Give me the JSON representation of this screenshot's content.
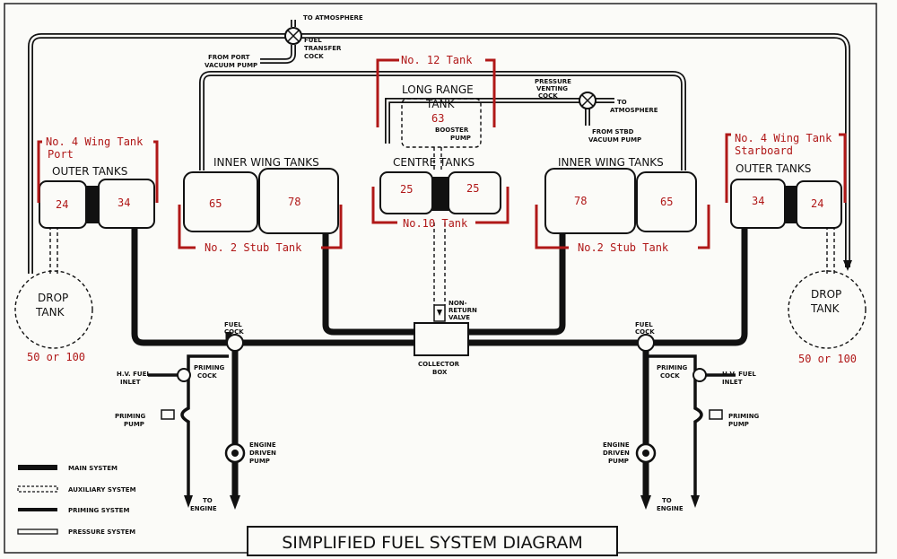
{
  "title": "SIMPLIFIED FUEL SYSTEM DIAGRAM",
  "colors": {
    "ink": "#111111",
    "annotation": "#b01818",
    "paper": "#fbfbf8"
  },
  "labels": {
    "to_atmosphere_top": "TO ATMOSPHERE",
    "fuel_transfer_cock_1": "FUEL",
    "fuel_transfer_cock_2": "TRANSFER",
    "fuel_transfer_cock_3": "COCK",
    "from_port_vacuum_1": "FROM PORT",
    "from_port_vacuum_2": "VACUUM PUMP",
    "pressure_venting_1": "PRESSURE",
    "pressure_venting_2": "VENTING",
    "pressure_venting_3": "COCK",
    "to_atmosphere_right_1": "TO",
    "to_atmosphere_right_2": "ATMOSPHERE",
    "from_stbd_vacuum_1": "FROM STBD",
    "from_stbd_vacuum_2": "VACUUM PUMP",
    "long_range_tank_1": "LONG RANGE",
    "long_range_tank_2": "TANK",
    "booster_pump_1": "BOOSTER",
    "booster_pump_2": "PUMP",
    "outer_tanks_port": "OUTER TANKS",
    "outer_tanks_stbd": "OUTER TANKS",
    "inner_wing_tanks_port": "INNER WING TANKS",
    "inner_wing_tanks_stbd": "INNER WING TANKS",
    "centre_tanks": "CENTRE TANKS",
    "drop_tank_port_1": "DROP",
    "drop_tank_port_2": "TANK",
    "drop_tank_stbd_1": "DROP",
    "drop_tank_stbd_2": "TANK",
    "non_return_valve_1": "NON-",
    "non_return_valve_2": "RETURN",
    "non_return_valve_3": "VALVE",
    "collector_box_1": "COLLECTOR",
    "collector_box_2": "BOX",
    "fuel_cock_port_1": "FUEL",
    "fuel_cock_port_2": "COCK",
    "fuel_cock_stbd_1": "FUEL",
    "fuel_cock_stbd_2": "COCK",
    "hv_fuel_inlet_port_1": "H.V. FUEL",
    "hv_fuel_inlet_port_2": "INLET",
    "hv_fuel_inlet_stbd_1": "H.V. FUEL",
    "hv_fuel_inlet_stbd_2": "INLET",
    "priming_cock_port_1": "PRIMING",
    "priming_cock_port_2": "COCK",
    "priming_cock_stbd_1": "PRIMING",
    "priming_cock_stbd_2": "COCK",
    "priming_pump_port_1": "PRIMING",
    "priming_pump_port_2": "PUMP",
    "priming_pump_stbd_1": "PRIMING",
    "priming_pump_stbd_2": "PUMP",
    "engine_pump_port_1": "ENGINE",
    "engine_pump_port_2": "DRIVEN",
    "engine_pump_port_3": "PUMP",
    "engine_pump_stbd_1": "ENGINE",
    "engine_pump_stbd_2": "DRIVEN",
    "engine_pump_stbd_3": "PUMP",
    "to_engine_1a": "TO",
    "to_engine_1b": "ENGINE",
    "to_engine_2a": "TO",
    "to_engine_2b": "ENGINE"
  },
  "legend": {
    "main": "MAIN SYSTEM",
    "auxiliary": "AUXILIARY SYSTEM",
    "priming": "PRIMING SYSTEM",
    "pressure": "PRESSURE SYSTEM"
  },
  "annotations": {
    "no12": "No. 12 Tank",
    "no4_port_1": "No. 4 Wing Tank",
    "no4_port_2": "Port",
    "no4_stbd_1": "No. 4 Wing Tank",
    "no4_stbd_2": "Starboard",
    "no2_port": "No. 2 Stub Tank",
    "no2_stbd": "No.2 Stub Tank",
    "no10": "No.10 Tank",
    "drop_port": "50 or 100",
    "drop_stbd": "50 or 100"
  },
  "capacities": {
    "long_range": "63",
    "port_outer_a": "24",
    "port_outer_b": "34",
    "port_inner_a": "65",
    "port_inner_b": "78",
    "centre_a": "25",
    "centre_b": "25",
    "stbd_inner_a": "78",
    "stbd_inner_b": "65",
    "stbd_outer_a": "34",
    "stbd_outer_b": "24"
  }
}
